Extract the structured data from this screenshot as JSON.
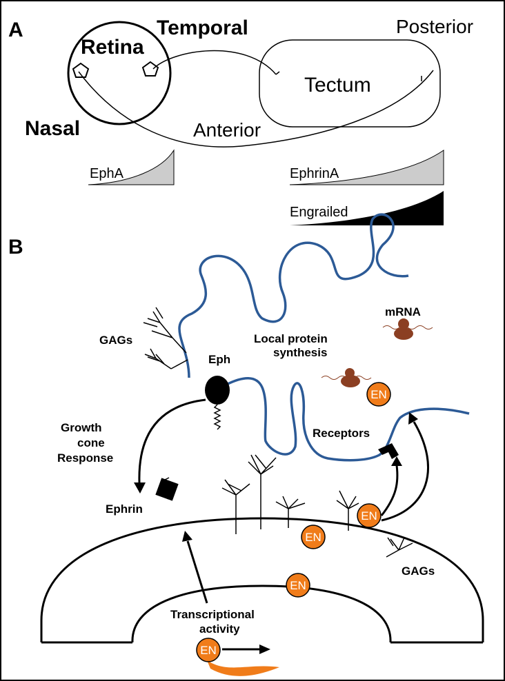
{
  "panel_a": {
    "panel_label": "A",
    "retina": "Retina",
    "temporal": "Temporal",
    "nasal": "Nasal",
    "posterior": "Posterior",
    "tectum": "Tectum",
    "anterior": "Anterior",
    "gradients": {
      "epha": "EphA",
      "ephrina": "EphrinA",
      "engrailed": "Engrailed"
    },
    "colors": {
      "gradient_gray": "#cccccc",
      "gradient_black": "#000000"
    }
  },
  "panel_b": {
    "panel_label": "B",
    "mrna": "mRNA",
    "gags_top": "GAGs",
    "local_line1": "Local protein",
    "local_line2": "synthesis",
    "eph": "Eph",
    "growth_line1": "Growth",
    "growth_line2": "cone",
    "growth_line3": "Response",
    "receptors": "Receptors",
    "ephrin": "Ephrin",
    "gags_bottom": "GAGs",
    "trans_line1": "Transcriptional",
    "trans_line2": "activity",
    "en_label": "EN",
    "colors": {
      "membrane_blue": "#2c5a96",
      "engrailed_orange": "#f07c1a",
      "ribosome_brown": "#8b3f22"
    }
  }
}
